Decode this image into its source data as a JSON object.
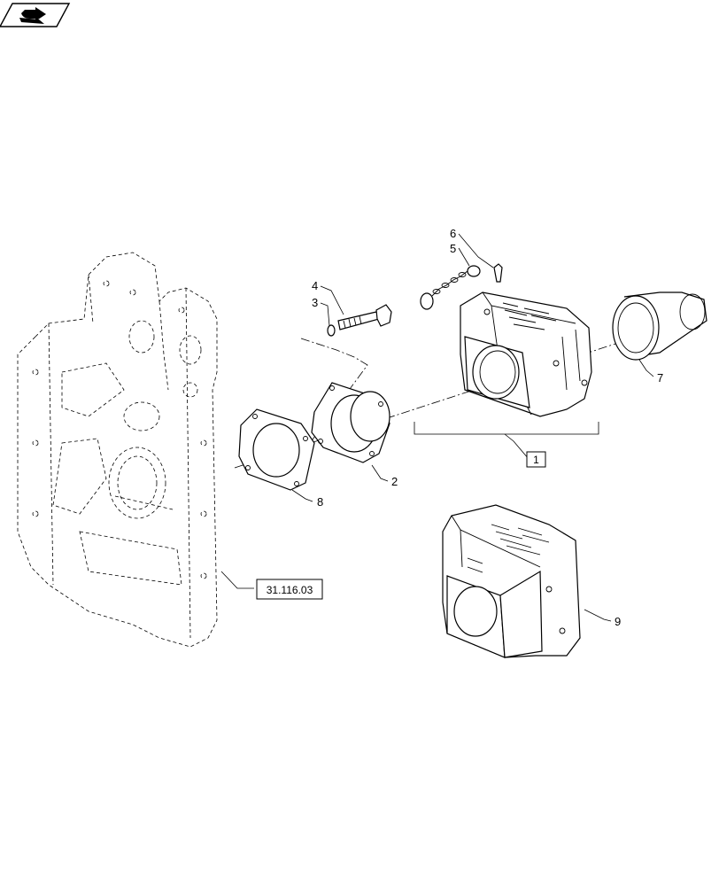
{
  "icon": {
    "name": "nav-arrow-icon"
  },
  "labels": {
    "p1": "1",
    "p2": "2",
    "p3": "3",
    "p4": "4",
    "p5": "5",
    "p6": "6",
    "p7": "7",
    "p8": "8",
    "p9": "9",
    "ref": "31.116.03"
  }
}
